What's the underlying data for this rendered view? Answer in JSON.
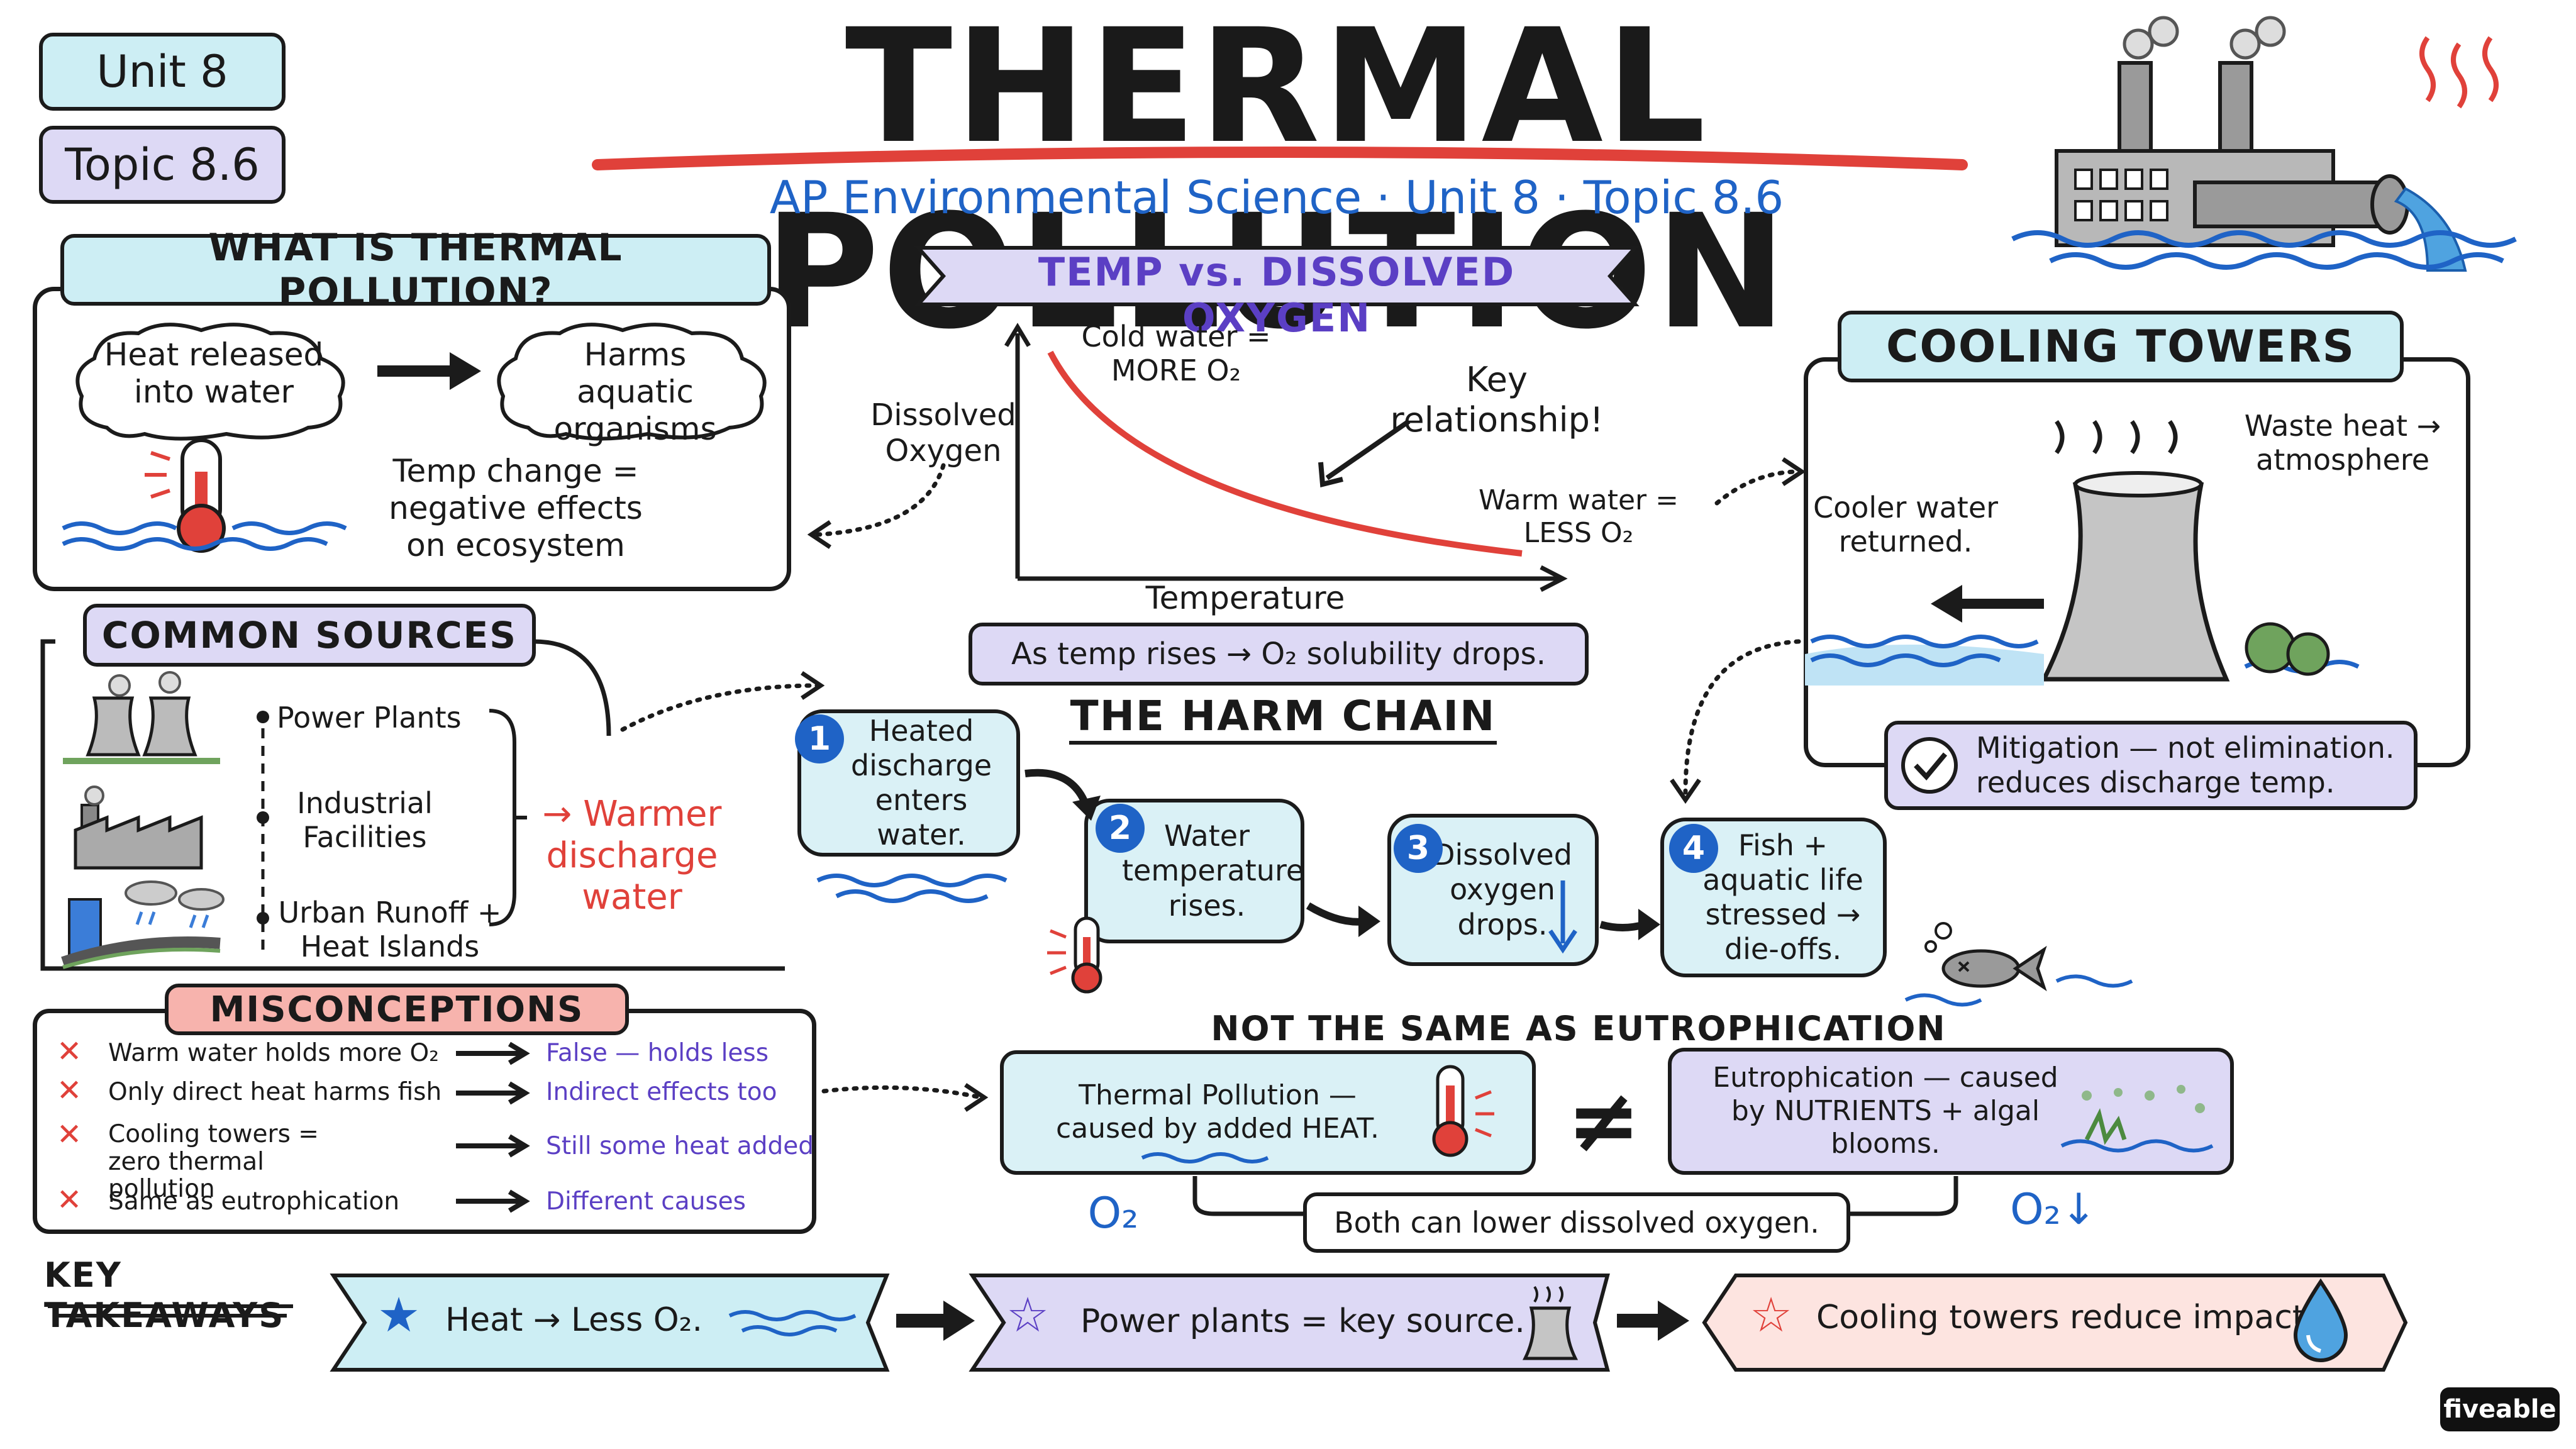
{
  "title": "THERMAL POLLUTION",
  "unit_badge": "Unit 8",
  "topic_badge": "Topic 8.6",
  "subtitle": "AP Environmental Science · Unit 8 · Topic 8.6",
  "what_is": {
    "header": "WHAT IS THERMAL POLLUTION?",
    "cloud_left": "Heat released into water",
    "cloud_right": "Harms aquatic organisms",
    "note": "Temp change = negative effects on ecosystem"
  },
  "graph": {
    "header": "TEMP vs. DISSOLVED OXYGEN",
    "ylabel": "Dissolved Oxygen",
    "xlabel": "Temperature",
    "cold_note": "Cold water = MORE O₂",
    "key_note": "Key relationship!",
    "warm_note": "Warm water = LESS O₂",
    "caption": "As temp rises → O₂ solubility drops."
  },
  "cooling": {
    "header": "COOLING TOWERS",
    "waste_heat": "Waste heat → atmosphere",
    "cooler_water": "Cooler water returned.",
    "mitigation": "Mitigation — not elimination. reduces discharge temp."
  },
  "sources": {
    "header": "COMMON SOURCES",
    "items": [
      "Power Plants",
      "Industrial Facilities",
      "Urban Runoff + Heat Islands"
    ],
    "result": "→ Warmer discharge water"
  },
  "harm_chain": {
    "header": "THE HARM CHAIN",
    "steps": [
      {
        "num": "1",
        "text": "Heated discharge enters water."
      },
      {
        "num": "2",
        "text": "Water temperature rises."
      },
      {
        "num": "3",
        "text": "Dissolved oxygen drops."
      },
      {
        "num": "4",
        "text": "Fish + aquatic life stressed → die-offs."
      }
    ]
  },
  "misconceptions": {
    "header": "MISCONCEPTIONS",
    "rows": [
      {
        "claim": "Warm water holds more O₂",
        "truth": "False — holds less"
      },
      {
        "claim": "Only direct heat harms fish",
        "truth": "Indirect effects too"
      },
      {
        "claim": "Cooling towers = zero thermal pollution",
        "truth": "Still some heat added"
      },
      {
        "claim": "Same as eutrophication",
        "truth": "Different causes"
      }
    ]
  },
  "eutro": {
    "header": "NOT THE SAME AS EUTROPHICATION",
    "thermal": "Thermal Pollution — caused by added HEAT.",
    "neq": "≠",
    "eutro": "Eutrophication — caused by NUTRIENTS + algal blooms.",
    "shared": "Both can lower dissolved oxygen.",
    "o2_left": "O₂",
    "o2_right": "O₂↓"
  },
  "takeaways": {
    "header": "KEY TAKEAWAYS",
    "items": [
      "Heat → Less O₂.",
      "Power plants = key source.",
      "Cooling towers reduce impact."
    ]
  },
  "brand": "fiveable",
  "colors": {
    "accent_red": "#e0413a",
    "accent_blue": "#1f63c6",
    "accent_purple": "#5b3fc4",
    "panel_blue": "#cdeef4",
    "panel_lavender": "#ddd9f5",
    "panel_pink": "#f7b3ad"
  }
}
